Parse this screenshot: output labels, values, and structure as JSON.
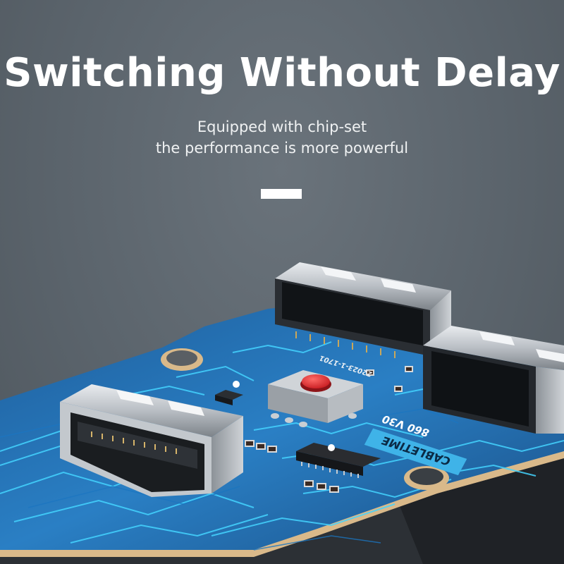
{
  "headline": "Switching Without Delay",
  "subtitle_line1": "Equipped with chip-set",
  "subtitle_line2": "the performance is more powerful",
  "board": {
    "brand_label": "CABLETIME",
    "model_label": "860 V30",
    "part_label": "22023-1-1701"
  },
  "colors": {
    "background": "#5b646c",
    "pcb_blue": "#2a7fc4",
    "trace_cyan": "#3fd0ff",
    "button_red": "#e0272b",
    "headline": "#ffffff"
  }
}
